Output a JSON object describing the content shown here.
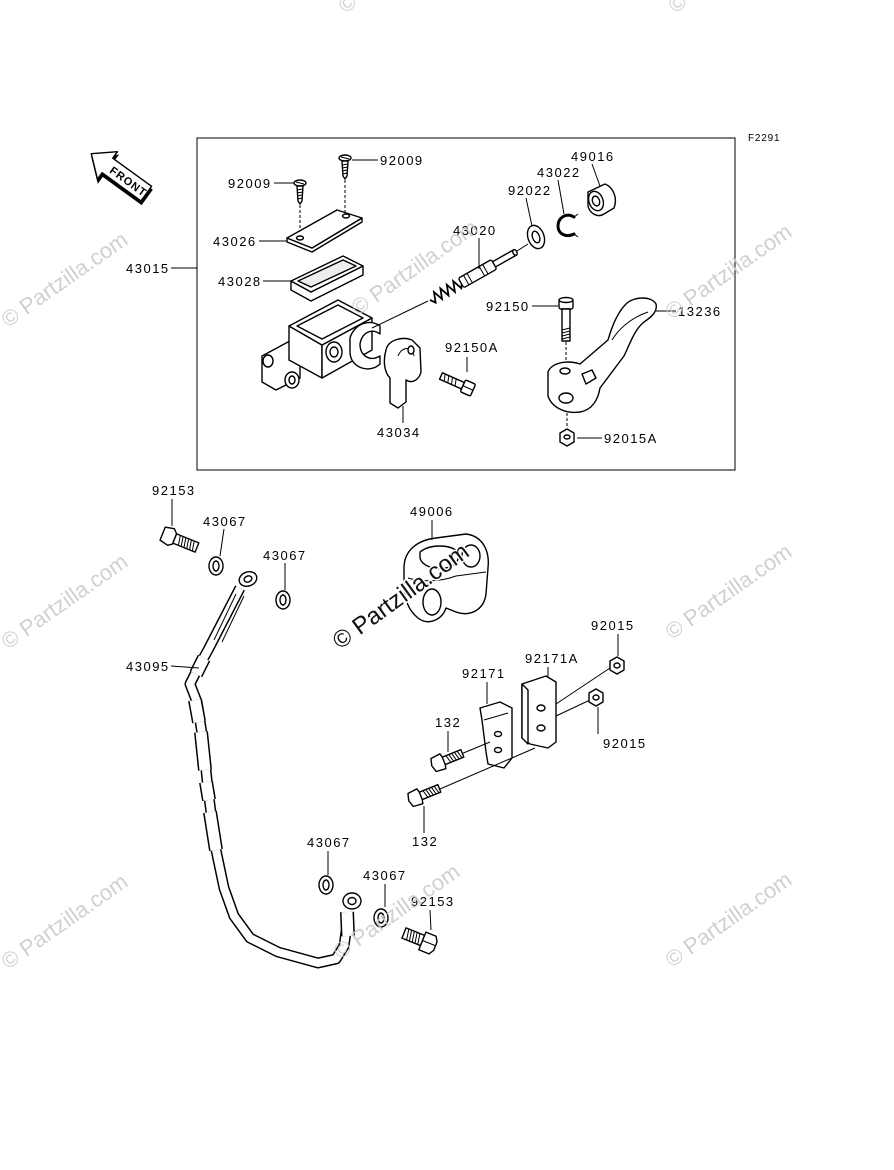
{
  "diagram": {
    "figure_code": "F2291",
    "front_arrow_label": "FRONT",
    "watermark_text": "© Partzilla.com",
    "callouts": [
      "92009",
      "92009",
      "43026",
      "43015",
      "43028",
      "43020",
      "92022",
      "43022",
      "49016",
      "92150",
      "13236",
      "92150A",
      "43034",
      "92015A",
      "92153",
      "43067",
      "43067",
      "49006",
      "43095",
      "92015",
      "92171A",
      "92171",
      "132",
      "92015",
      "132",
      "43067",
      "43067",
      "92153"
    ]
  },
  "colors": {
    "line": "#000000",
    "watermark": "#c8c8c8",
    "background": "#ffffff"
  }
}
